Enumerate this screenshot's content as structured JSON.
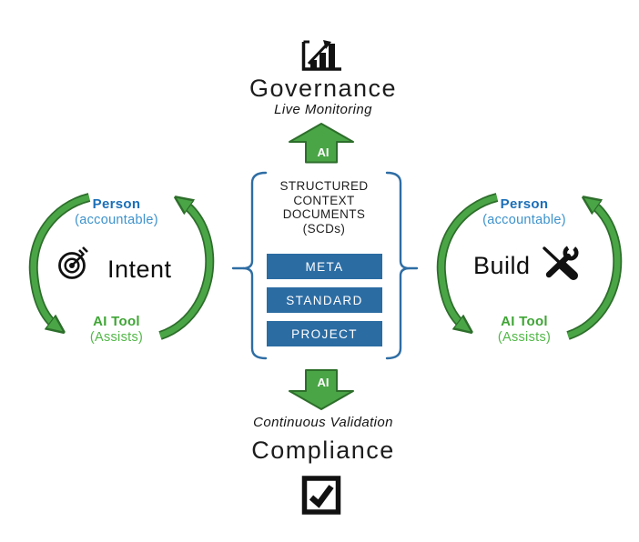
{
  "governance": {
    "title": "Governance",
    "subtitle": "Live Monitoring",
    "icon": "bar-chart-icon"
  },
  "compliance": {
    "title": "Compliance",
    "subtitle": "Continuous Validation",
    "icon": "checked-checkbox-icon"
  },
  "ai_arrows": {
    "up_label": "AI",
    "down_label": "AI"
  },
  "scd": {
    "title": "STRUCTURED\nCONTEXT\nDOCUMENTS\n(SCDs)",
    "boxes": [
      "META",
      "STANDARD",
      "PROJECT"
    ]
  },
  "left_cycle": {
    "person": "Person",
    "person_sub": "(accountable)",
    "activity": "Intent",
    "activity_icon": "target-icon",
    "ai_tool": "AI Tool",
    "ai_sub": "(Assists)"
  },
  "right_cycle": {
    "person": "Person",
    "person_sub": "(accountable)",
    "activity": "Build",
    "activity_icon": "tools-icon",
    "ai_tool": "AI Tool",
    "ai_sub": "(Assists)"
  },
  "colors": {
    "box_blue": "#2B6CA3",
    "brace_blue": "#2E6DA4",
    "person_blue": "#1B6FB8",
    "person_sub_blue": "#3C92CC",
    "arrow_green_fill": "#4AA546",
    "arrow_green_dark": "#2D6E2B",
    "ai_tool_green": "#3FA535",
    "ai_sub_green": "#52B848",
    "icon_black": "#111111"
  }
}
